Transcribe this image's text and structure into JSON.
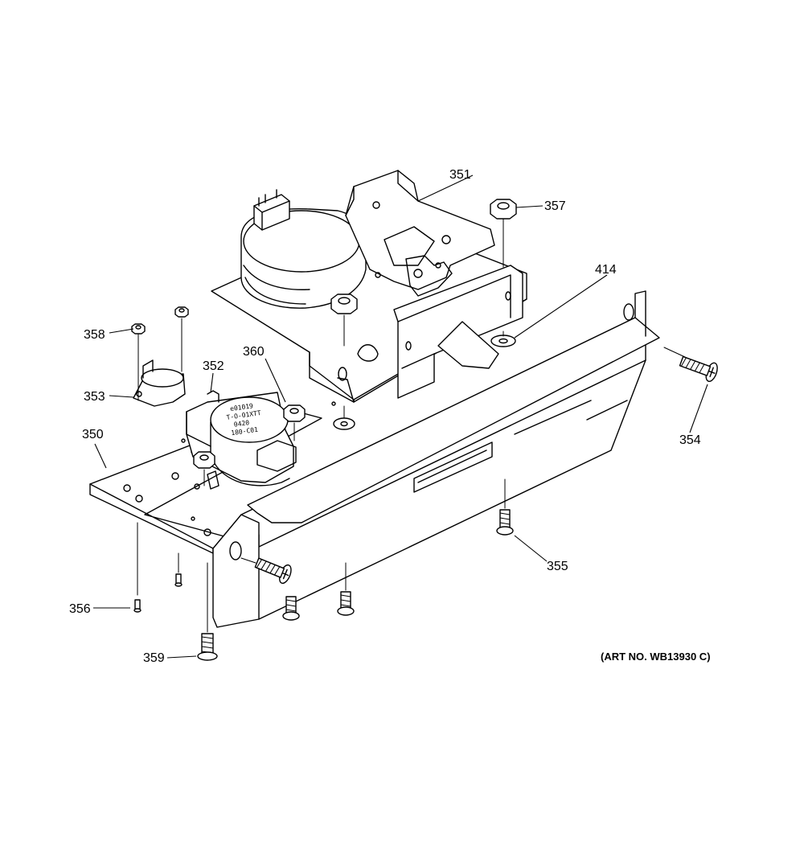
{
  "callouts": [
    {
      "id": "351",
      "label": "351"
    },
    {
      "id": "357",
      "label": "357"
    },
    {
      "id": "414",
      "label": "414"
    },
    {
      "id": "358",
      "label": "358"
    },
    {
      "id": "360",
      "label": "360"
    },
    {
      "id": "352",
      "label": "352"
    },
    {
      "id": "353",
      "label": "353"
    },
    {
      "id": "350",
      "label": "350"
    },
    {
      "id": "354",
      "label": "354"
    },
    {
      "id": "355",
      "label": "355"
    },
    {
      "id": "356",
      "label": "356"
    },
    {
      "id": "359",
      "label": "359"
    }
  ],
  "art_number": "(ART NO. WB13930 C)",
  "thermostat_stamp": [
    "T-O-01XTT",
    "0420",
    "180-C01",
    "e01019"
  ]
}
